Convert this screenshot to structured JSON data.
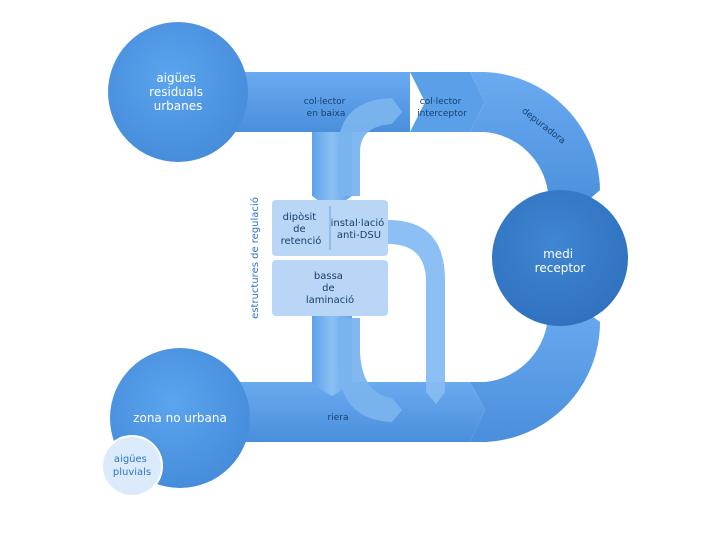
{
  "nodes": {
    "urban_sewage": {
      "line1": "aigües",
      "line2": "residuals",
      "line3": "urbanes"
    },
    "non_urban_zone": {
      "label": "zona no urbana"
    },
    "rainwater": {
      "line1": "aigües",
      "line2": "pluvials"
    },
    "receiving_medium": {
      "line1": "medi",
      "line2": "receptor"
    }
  },
  "pipes": {
    "low_collector": {
      "line1": "col·lector",
      "line2": "en baixa"
    },
    "interceptor": {
      "line1": "col·lector",
      "line2": "interceptor"
    },
    "treatment_plant": {
      "label": "depuradora"
    },
    "stream": {
      "label": "riera"
    }
  },
  "regulation": {
    "group_label": "estructures de regulació",
    "retention_tank": {
      "line1": "dipòsit",
      "line2": "de",
      "line3": "retenció"
    },
    "anti_dsu": {
      "line1": "instal·lació",
      "line2": "anti-DSU"
    },
    "lamination_pond": {
      "line1": "bassa",
      "line2": "de",
      "line3": "laminació"
    }
  },
  "colors": {
    "circle": "#4d97e2",
    "pipe": "#4f98e2",
    "pipe_light": "#7db3ea",
    "receiver": "#3a7fcb",
    "box": "#b9d6f6",
    "rain": "#dcebfb",
    "text_dark": "#17406f",
    "text_blue": "#2f73c8"
  }
}
